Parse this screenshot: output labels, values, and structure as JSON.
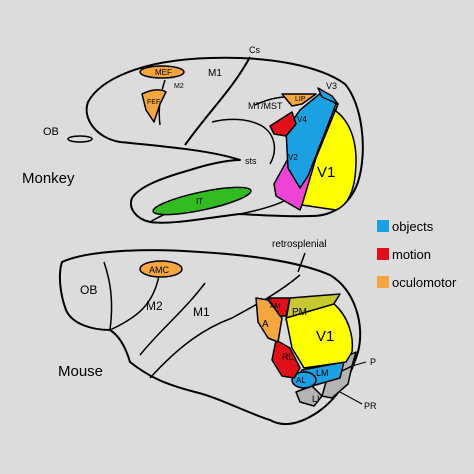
{
  "monkey": {
    "species_label": "Monkey",
    "ob": "OB",
    "cs": "Cs",
    "m1": "M1",
    "m2": "M2",
    "mef": "MEF",
    "fef": "FEF",
    "lip": "LIP",
    "v3": "V3",
    "mt_mst": "MT/MST",
    "v4": "V4",
    "sts": "sts",
    "v2": "V2",
    "v1": "V1",
    "it": "IT"
  },
  "mouse": {
    "species_label": "Mouse",
    "ob": "OB",
    "amc": "AMC",
    "m2": "M2",
    "m1": "M1",
    "retrosplenial": "retrosplenial",
    "am": "AM",
    "pm": "PM",
    "a": "A",
    "v1": "V1",
    "rl": "RL",
    "al": "AL",
    "lm": "LM",
    "li": "LI",
    "p": "P",
    "pr": "PR"
  },
  "legend": {
    "items": [
      {
        "label": "objects",
        "color": "#1ba1e2"
      },
      {
        "label": "motion",
        "color": "#e0101a"
      },
      {
        "label": "oculomotor",
        "color": "#f5a63e"
      }
    ]
  },
  "colors": {
    "v1": "#ffff00",
    "v2": "#ee44d4",
    "it": "#33bb22",
    "pm": "#c8c832",
    "li_pr": "#b4b4b4",
    "outline": "#000000"
  }
}
